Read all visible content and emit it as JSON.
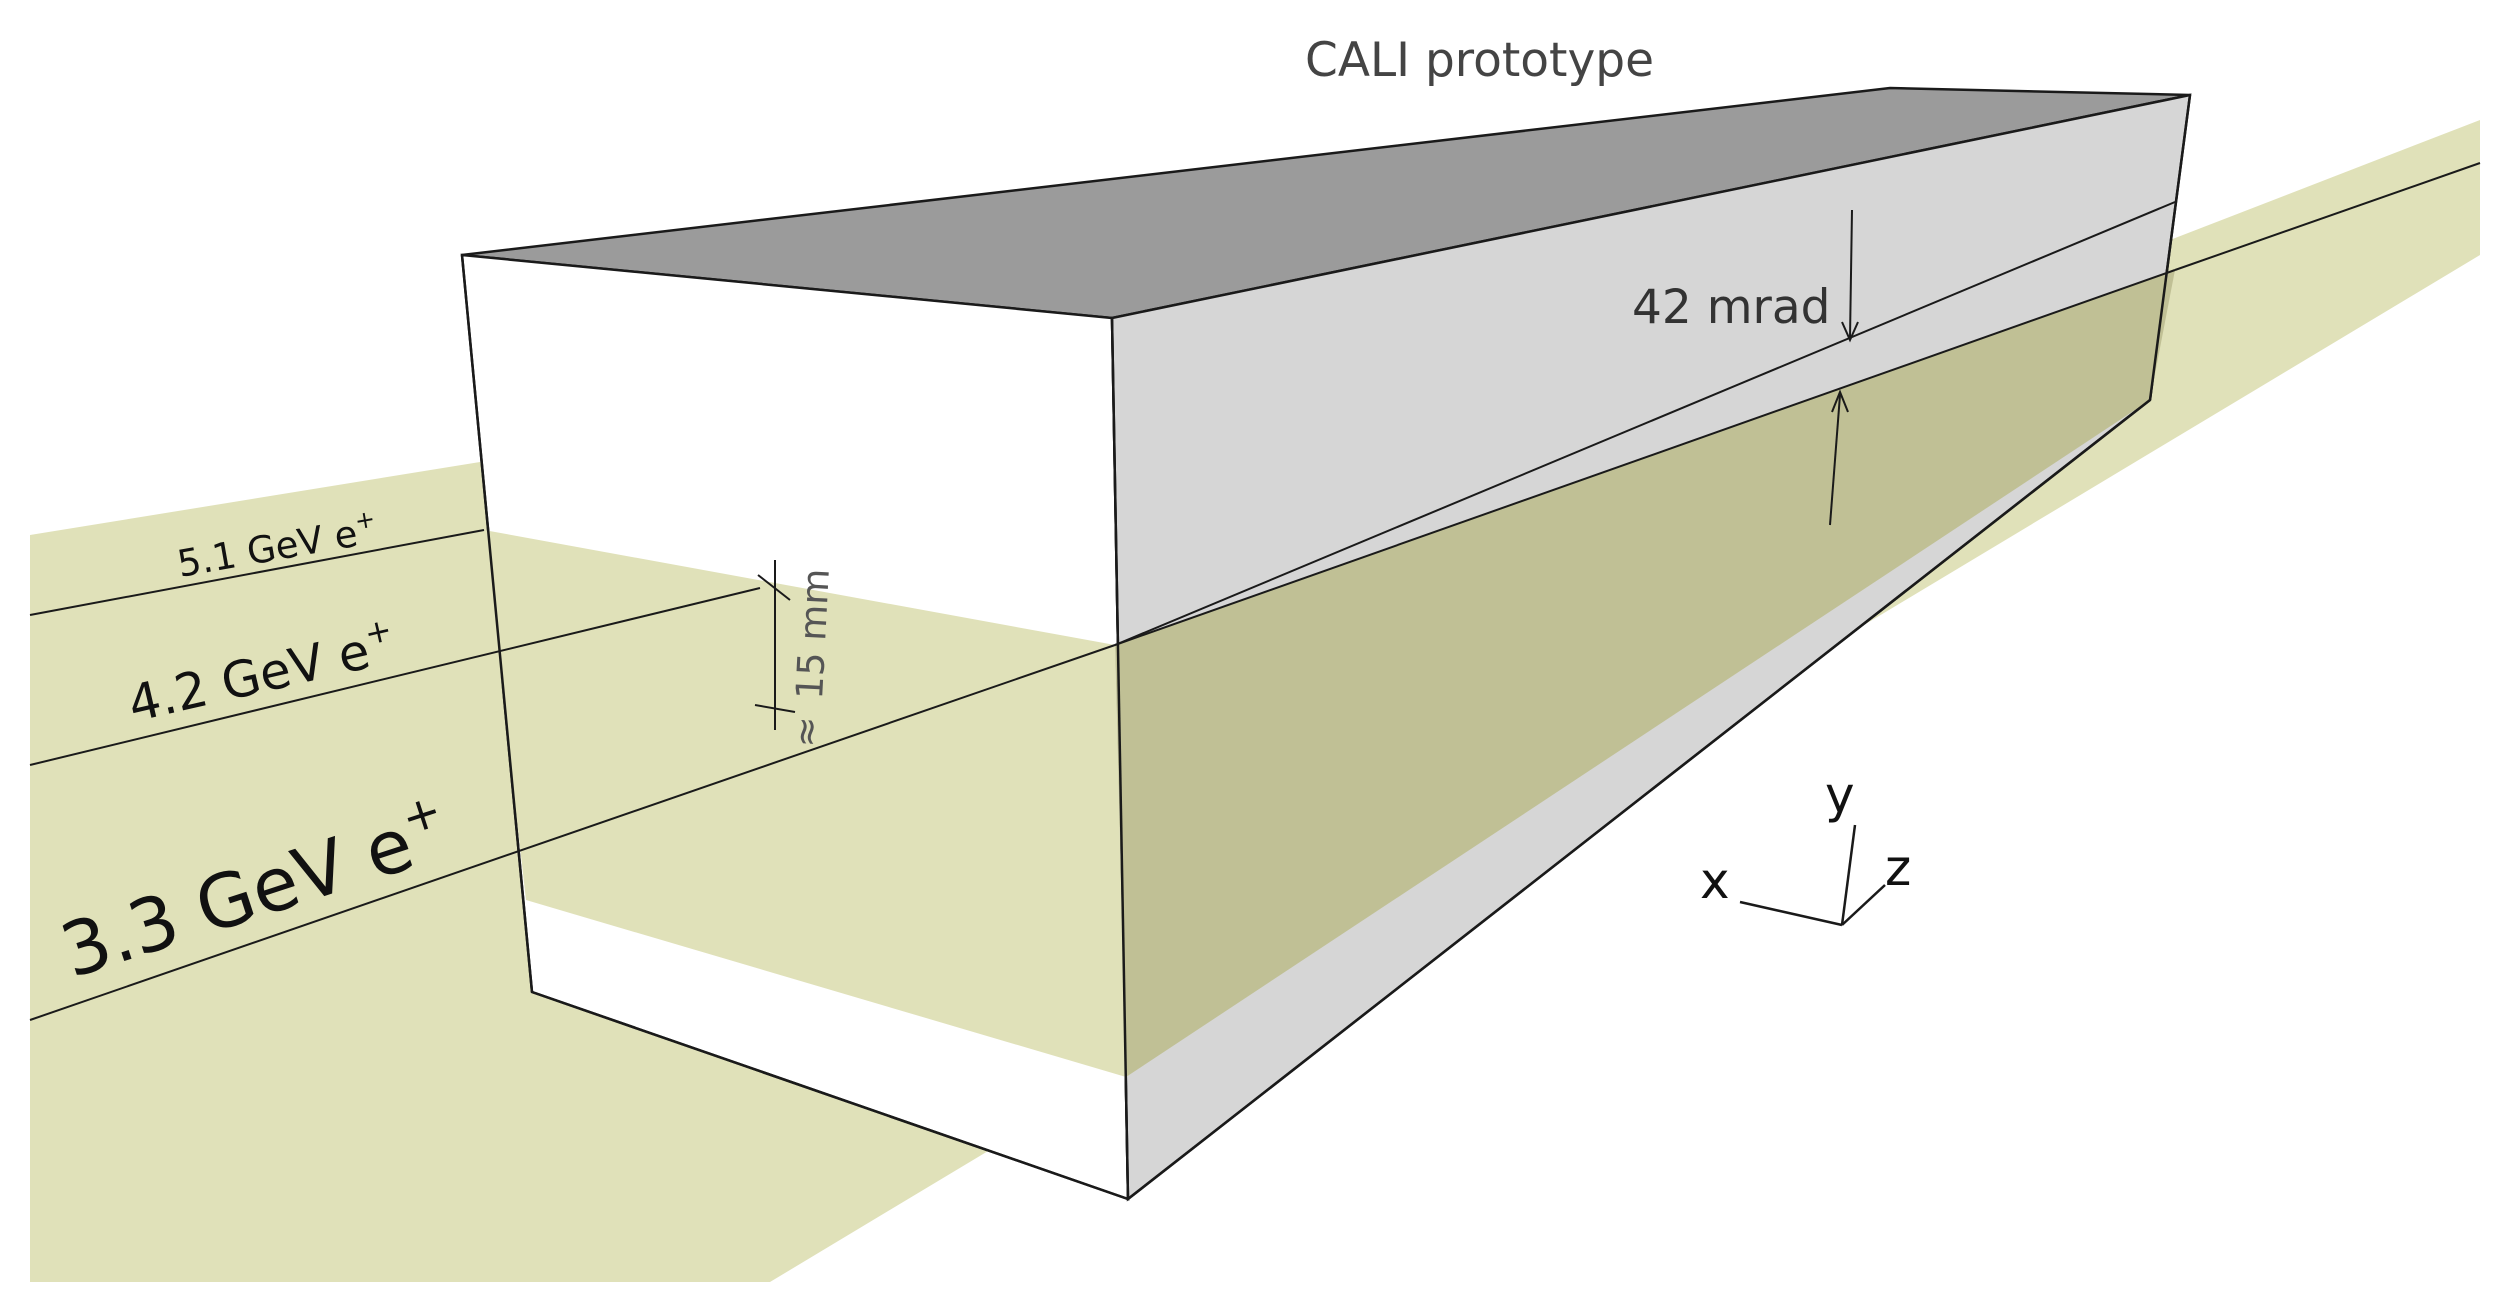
{
  "title": "CALI prototype",
  "angle_label": "42 mrad",
  "gap_label": "15 mm",
  "gap_approx_symbol": "≈",
  "beams": [
    {
      "label": "5.1 GeV e",
      "superscript": "+"
    },
    {
      "label": "4.2 GeV e",
      "superscript": "+"
    },
    {
      "label": "3.3 GeV e",
      "superscript": "+"
    }
  ],
  "axes": {
    "x": "x",
    "y": "y",
    "z": "z"
  },
  "colors": {
    "beam_plane": "#e0e1b9",
    "beam_plane_inside": "#c0c095",
    "box_top": "#9b9b9b",
    "box_side": "#d6d6d6",
    "box_front": "#ffffff",
    "line": "#1a1a1a"
  }
}
